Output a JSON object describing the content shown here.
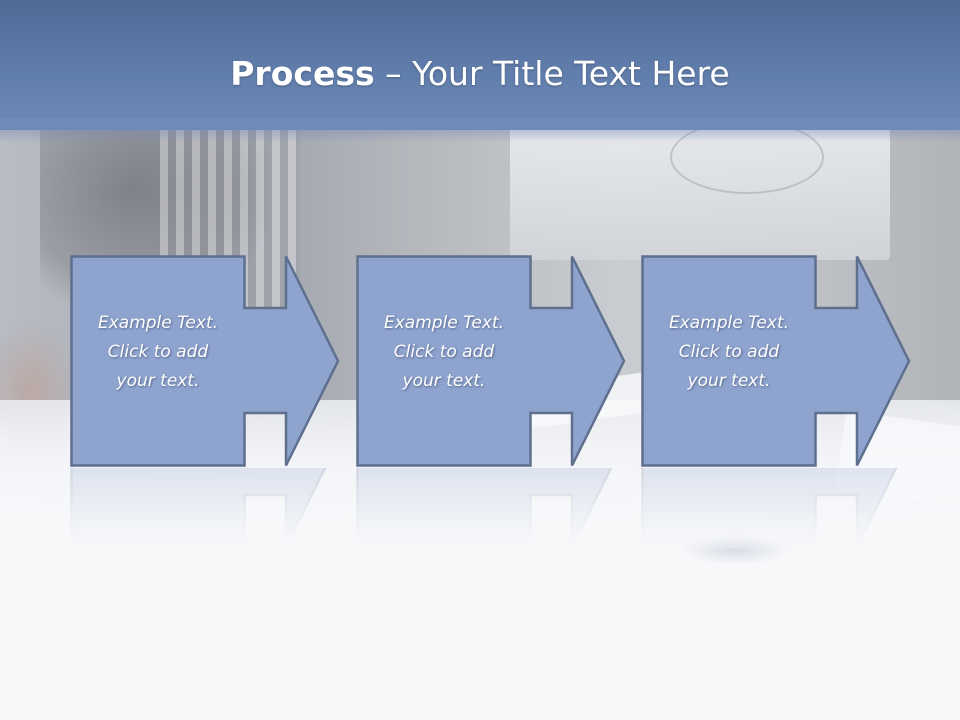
{
  "title": {
    "bold": "Process",
    "rest": " – Your Title Text Here"
  },
  "steps": [
    {
      "line1": "Example Text.",
      "line2": "Click  to add",
      "line3": "your text."
    },
    {
      "line1": "Example Text.",
      "line2": "Click  to add",
      "line3": "your text."
    },
    {
      "line1": "Example Text.",
      "line2": "Click  to add",
      "line3": "your text."
    }
  ],
  "colors": {
    "box_fill": "#8ea4cf",
    "box_stroke": "#5f6f8e",
    "title_band": "#607dab"
  }
}
